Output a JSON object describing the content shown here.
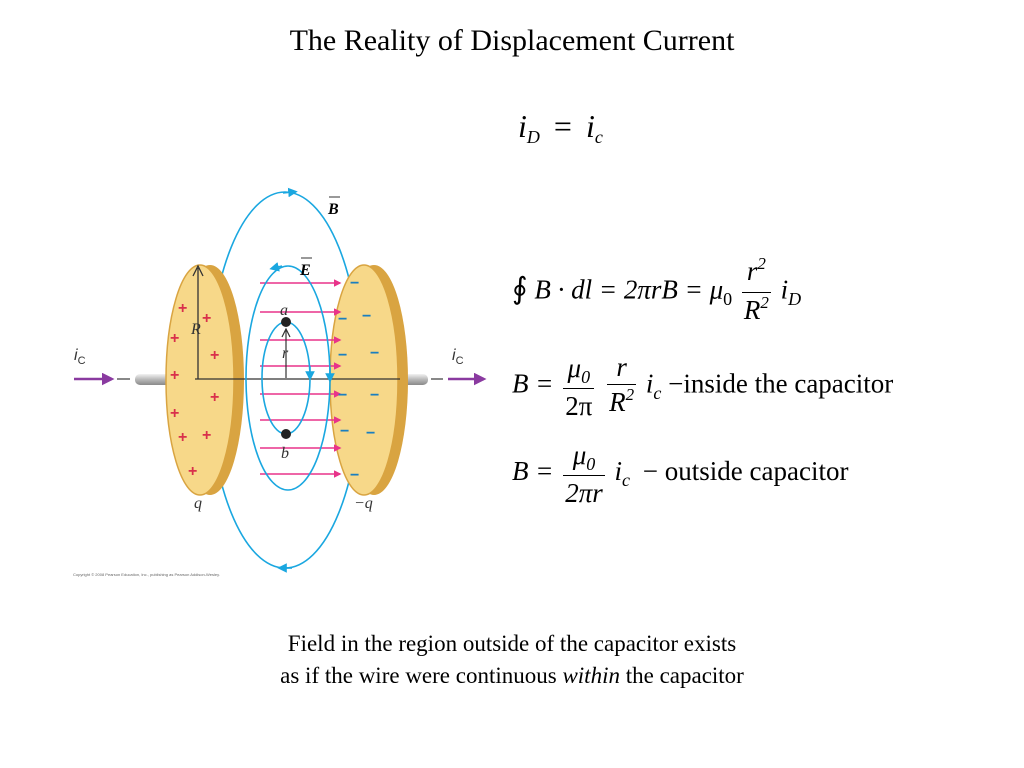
{
  "slide": {
    "title": "The Reality of Displacement Current",
    "caption_line1": "Field in the region outside of the capacitor exists",
    "caption_line2_pre": "as if the wire were continuous ",
    "caption_line2_em": "within",
    "caption_line2_post": " the capacitor"
  },
  "equations": {
    "eq1": {
      "lhs": "i",
      "lhs_sub": "D",
      "op": "=",
      "rhs": "i",
      "rhs_sub": "c"
    },
    "eq2": {
      "integral": "∮",
      "expr": "B · dl = 2πrB = μ",
      "mu_sub": "0",
      "frac_num": "r",
      "num_sup": "2",
      "frac_den": "R",
      "den_sup": "2",
      "tail": "i",
      "tail_sub": "D"
    },
    "eq3": {
      "lhs": "B =",
      "f1_num": "μ",
      "f1_num_sub": "0",
      "f1_den": "2π",
      "f2_num": "r",
      "f2_den": "R",
      "f2_den_sup": "2",
      "tail": "i",
      "tail_sub": "c",
      "note": "−inside the capacitor"
    },
    "eq4": {
      "lhs": "B =",
      "f_num": "μ",
      "f_num_sub": "0",
      "f_den": "2πr",
      "tail": "i",
      "tail_sub": "c",
      "note": "−  outside capacitor"
    }
  },
  "figure": {
    "label_B": "B",
    "label_E": "E",
    "label_R": "R",
    "label_r": "r",
    "label_a": "a",
    "label_b": "b",
    "label_q": "q",
    "label_negq": "−q",
    "label_ic_left": "i",
    "label_ic_right": "i",
    "label_ic_sub": "C",
    "plus": "+",
    "minus": "−",
    "copyright": "Copyright © 2008 Pearson Education, Inc., publishing as Pearson Addison-Wesley.",
    "colors": {
      "plate": "#f7d889",
      "plate_edge": "#d9a441",
      "field_line": "#1aa7e0",
      "e_arrow": "#e8338a",
      "wire": "#c9c9c9",
      "current": "#8a3aa0"
    }
  }
}
